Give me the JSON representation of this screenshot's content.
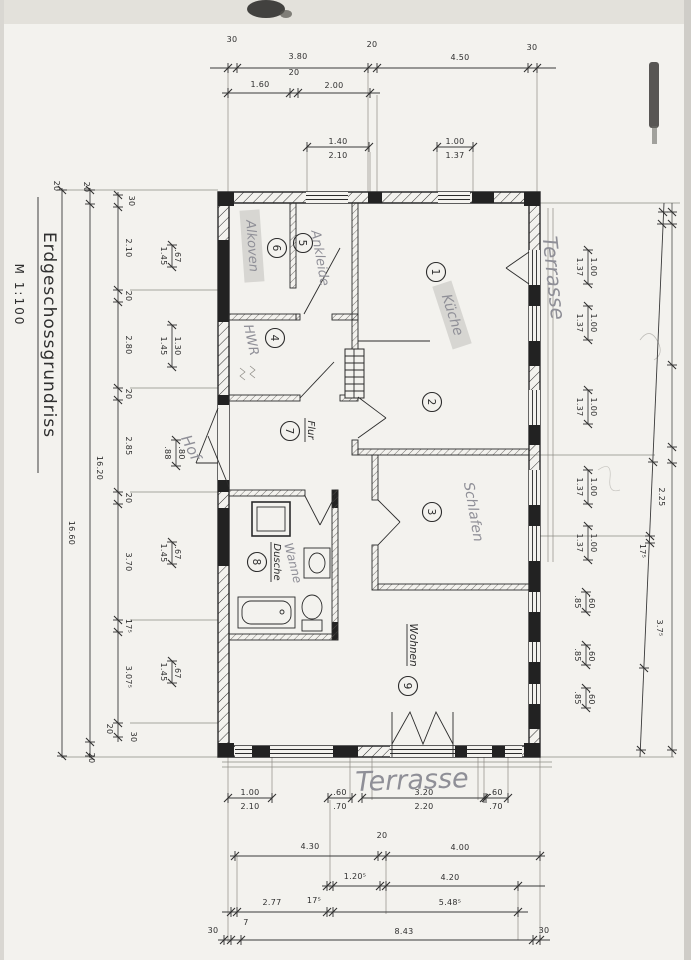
{
  "title_block": {
    "title": "Erdgeschossgrundriss",
    "scale": "M 1:100"
  },
  "rooms": {
    "r1": {
      "number": "1",
      "label": "Küche"
    },
    "r2": {
      "number": "2"
    },
    "r3": {
      "number": "3",
      "label": "Schlafen"
    },
    "r4": {
      "number": "4",
      "label": "HWR"
    },
    "r5": {
      "number": "5",
      "label": "Ankleide"
    },
    "r6": {
      "number": "6",
      "label": "Alkoven"
    },
    "r7": {
      "number": "7",
      "label": "Flur"
    },
    "r8": {
      "number": "8",
      "label_line1": "Wanne",
      "label_line2": "Dusche"
    },
    "r9": {
      "number": "9",
      "label": "Wohnen"
    }
  },
  "outdoor": {
    "terrasse_right": "Terrasse",
    "terrasse_bottom": "Terrasse",
    "hof": "Hof"
  },
  "dims": {
    "top_row1": [
      "30",
      "3.80",
      "20",
      "4.50",
      "30"
    ],
    "top_row2": [
      "1.60",
      "20",
      "2.00"
    ],
    "top_pairs": [
      [
        "1.40",
        "2.10"
      ],
      [
        "1.00",
        "1.37"
      ]
    ],
    "left_top_cluster": [
      "20",
      "20",
      "30"
    ],
    "left_col1": "16.60",
    "left_col2": "16.20",
    "left_col3": [
      "2.10",
      "20",
      "2.80",
      "20",
      "2.85",
      "20",
      "3.70",
      "17⁵",
      "3.07⁵"
    ],
    "left_bottom_cluster": [
      "20",
      "30",
      "20"
    ],
    "left_pairs": [
      [
        ".67",
        "1.45"
      ],
      [
        "1.30",
        "1.45"
      ],
      [
        ".80",
        ".88"
      ],
      [
        ".67",
        "1.45"
      ],
      [
        ".67",
        "1.45"
      ]
    ],
    "right_pairs": [
      [
        "1.00",
        "1.37"
      ],
      [
        "1.00",
        "1.37"
      ],
      [
        "1.00",
        "1.37"
      ],
      [
        "1.00",
        "1.37"
      ],
      [
        "1.00",
        "1.37"
      ],
      [
        ".60",
        ".85"
      ],
      [
        ".60",
        ".85"
      ],
      [
        ".60",
        ".85"
      ]
    ],
    "right_col": [
      "2.25",
      "17⁵",
      "3.7⁵"
    ],
    "bottom_pairs": [
      [
        "1.00",
        "2.10"
      ],
      [
        ".60",
        ".70"
      ],
      [
        "3.20",
        "2.20"
      ],
      [
        ".60",
        ".70"
      ]
    ],
    "bottom_row2": [
      "4.30",
      "20",
      "4.00"
    ],
    "bottom_row3": [
      "1.20⁵",
      "4.20"
    ],
    "bottom_row4": [
      "2.77",
      "17⁵",
      "5.48⁵"
    ],
    "bottom_row5": [
      "30",
      "7",
      "8.43",
      "30"
    ]
  },
  "colors": {
    "ink": "#2b2b2b",
    "pencil": "#8f8f97",
    "highlight": "#d7d6d2",
    "paper": "#f3f2ee"
  }
}
